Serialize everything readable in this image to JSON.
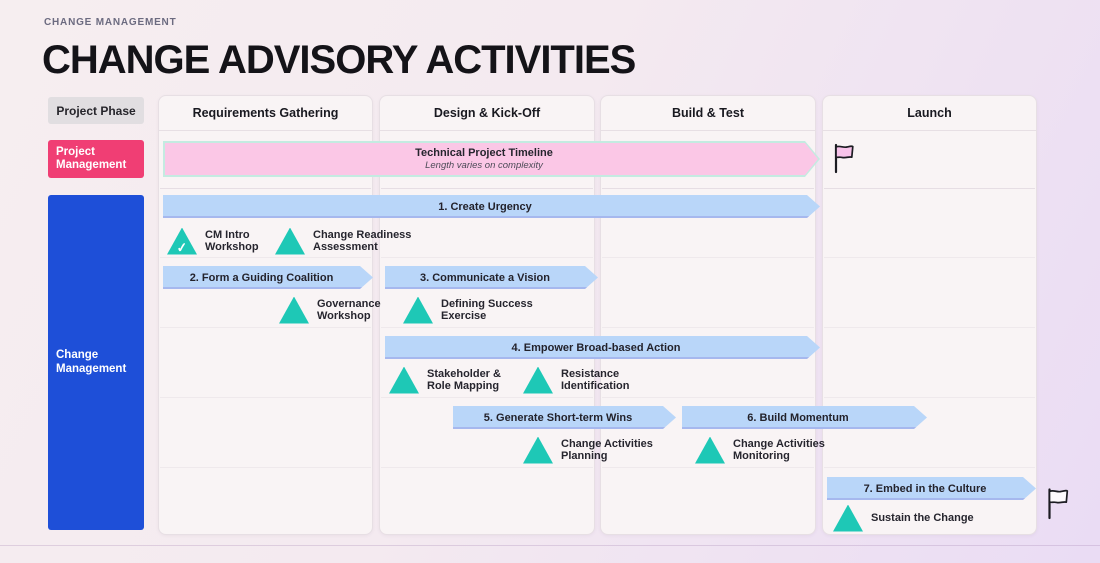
{
  "header": {
    "eyebrow": "CHANGE MANAGEMENT",
    "title": "CHANGE ADVISORY ACTIVITIES"
  },
  "matrix": {
    "corner_label": "Project Phase",
    "columns": [
      "Requirements Gathering",
      "Design & Kick-Off",
      "Build & Test",
      "Launch"
    ]
  },
  "rows": {
    "project_management": "Project Management",
    "change_management": "Change Management"
  },
  "timeline": {
    "title": "Technical Project Timeline",
    "subtitle": "Length varies on complexity"
  },
  "activities": [
    {
      "label": "1. Create Urgency"
    },
    {
      "label": "2. Form a Guiding Coalition"
    },
    {
      "label": "3. Communicate a Vision"
    },
    {
      "label": "4. Empower Broad-based Action"
    },
    {
      "label": "5. Generate Short-term Wins"
    },
    {
      "label": "6. Build Momentum"
    },
    {
      "label": "7. Embed in the Culture"
    }
  ],
  "milestones": [
    {
      "label": "CM Intro\nWorkshop",
      "completed": true
    },
    {
      "label": "Change Readiness\nAssessment",
      "completed": false
    },
    {
      "label": "Governance\nWorkshop",
      "completed": false
    },
    {
      "label": "Defining Success\nExercise",
      "completed": false
    },
    {
      "label": "Stakeholder &\nRole Mapping",
      "completed": false
    },
    {
      "label": "Resistance\nIdentification",
      "completed": false
    },
    {
      "label": "Change Activities\nPlanning",
      "completed": false
    },
    {
      "label": "Change Activities\nMonitoring",
      "completed": false
    },
    {
      "label": "Sustain the Change",
      "completed": false
    }
  ],
  "icons": {
    "check": "✓",
    "pink_flag": "flag-icon",
    "white_flag": "flag-icon"
  },
  "colors": {
    "project_management_pink": "#f03e74",
    "change_management_blue": "#1e4fd8",
    "timeline_fill": "#fbc7e6",
    "timeline_border": "#c4ebe1",
    "activity_fill": "#b9d6f9",
    "milestone_teal": "#1ec8b6",
    "flag_pink": "#f8c3ea",
    "flag_white": "#fdfafd"
  }
}
